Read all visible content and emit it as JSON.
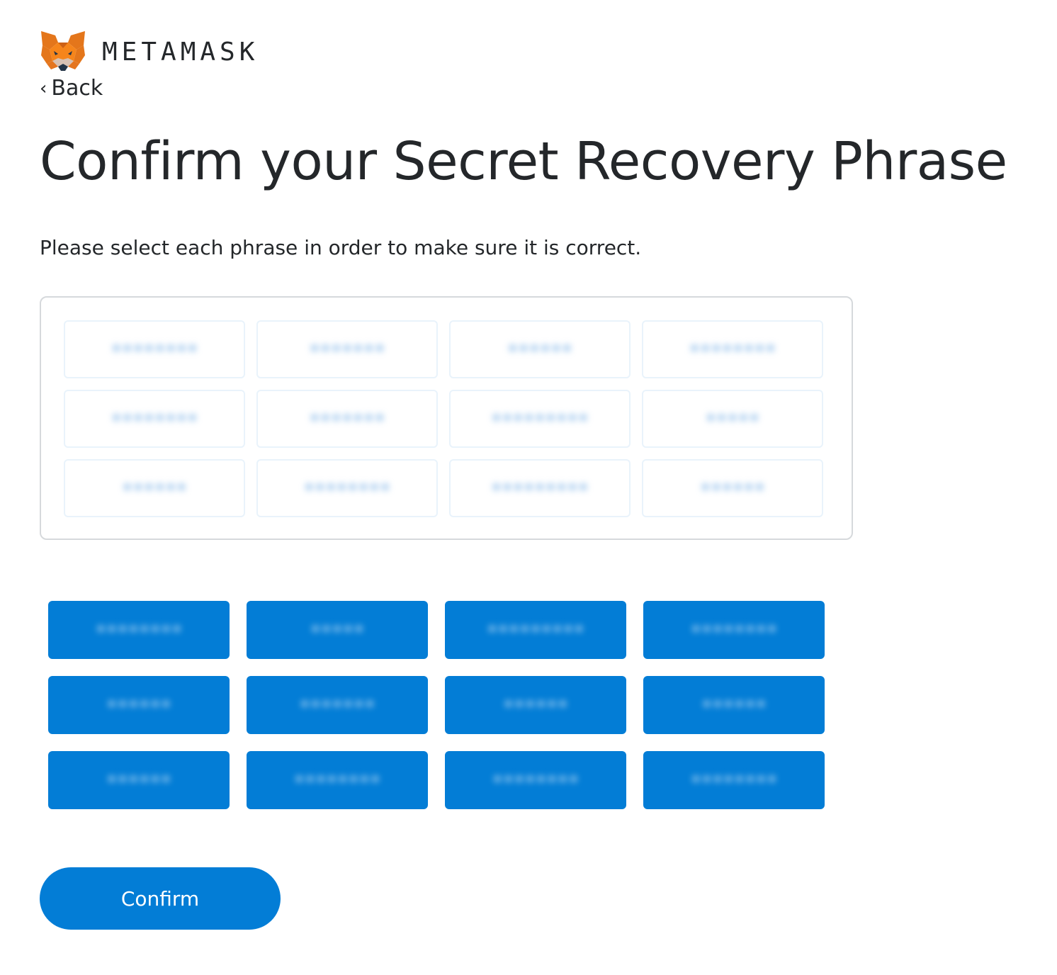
{
  "brand": {
    "wordmark": "METAMASK",
    "logo_icon": "metamask-fox-icon"
  },
  "nav": {
    "back_chevron": "‹",
    "back_label": "Back"
  },
  "header": {
    "title": "Confirm your Secret Recovery Phrase",
    "subtitle": "Please select each phrase in order to make sure it is correct."
  },
  "selected_phrase": {
    "slots": [
      {
        "word": "••••••••"
      },
      {
        "word": "•••••••"
      },
      {
        "word": "••••••"
      },
      {
        "word": "••••••••"
      },
      {
        "word": "••••••••"
      },
      {
        "word": "•••••••"
      },
      {
        "word": "•••••••••"
      },
      {
        "word": "•••••"
      },
      {
        "word": "••••••"
      },
      {
        "word": "••••••••"
      },
      {
        "word": "•••••••••"
      },
      {
        "word": "••••••"
      }
    ]
  },
  "word_options": {
    "words": [
      {
        "word": "••••••••"
      },
      {
        "word": "•••••"
      },
      {
        "word": "•••••••••"
      },
      {
        "word": "••••••••"
      },
      {
        "word": "••••••"
      },
      {
        "word": "•••••••"
      },
      {
        "word": "••••••"
      },
      {
        "word": "••••••"
      },
      {
        "word": "••••••"
      },
      {
        "word": "••••••••"
      },
      {
        "word": "••••••••"
      },
      {
        "word": "••••••••"
      }
    ]
  },
  "actions": {
    "confirm_label": "Confirm"
  },
  "colors": {
    "primary": "#037dd6",
    "text": "#24272a",
    "border": "#d6d9dc",
    "slot_border": "#e9f3fb"
  }
}
